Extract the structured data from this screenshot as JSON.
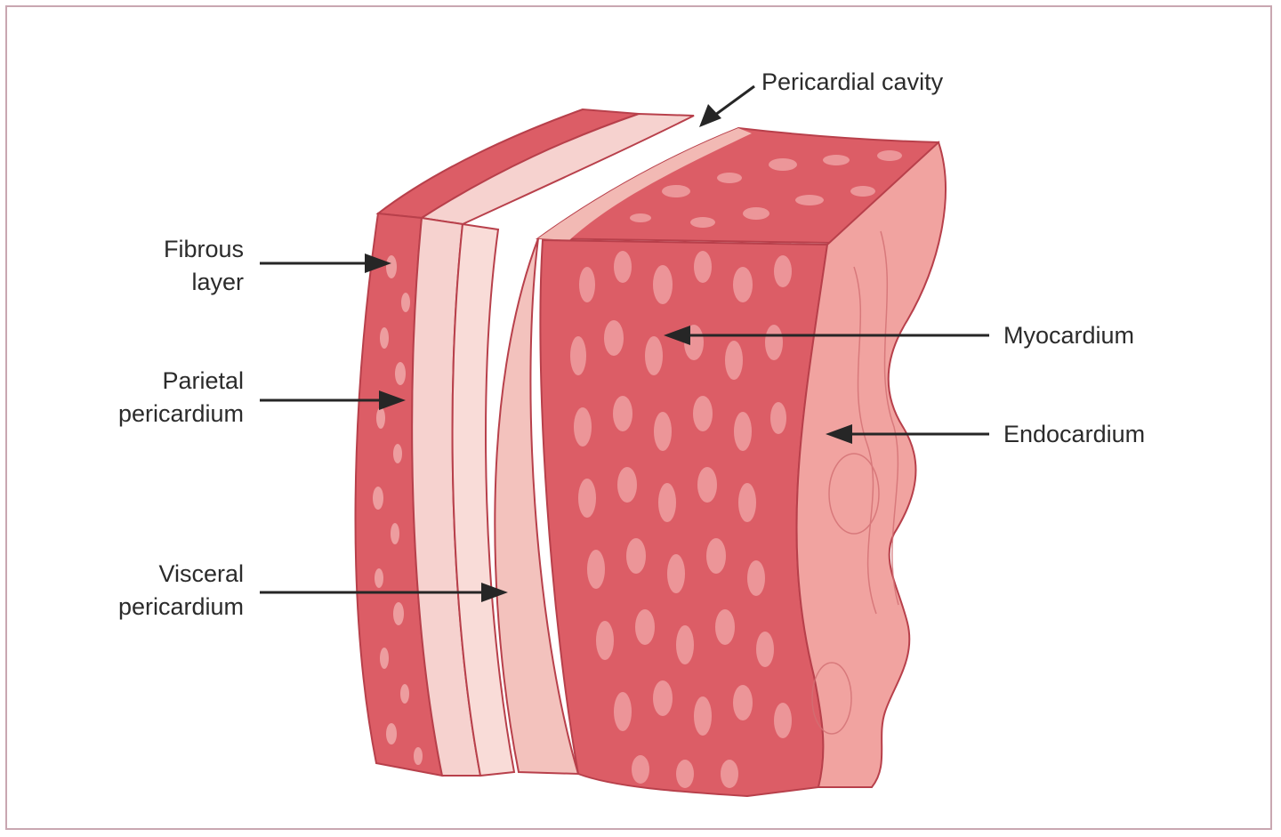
{
  "colors": {
    "frame": "#c9a7b1",
    "muscle_dark": "#dc5d66",
    "muscle_mid": "#e98a8f",
    "pale": "#f6d2cf",
    "outline": "#b8404b",
    "arrow": "#262626"
  },
  "labels": {
    "fibrous_layer": [
      "Fibrous",
      "layer"
    ],
    "parietal_pericardium": [
      "Parietal",
      "pericardium"
    ],
    "visceral_pericardium": [
      "Visceral",
      "pericardium"
    ],
    "pericardial_cavity": "Pericardial cavity",
    "myocardium": "Myocardium",
    "endocardium": "Endocardium"
  }
}
